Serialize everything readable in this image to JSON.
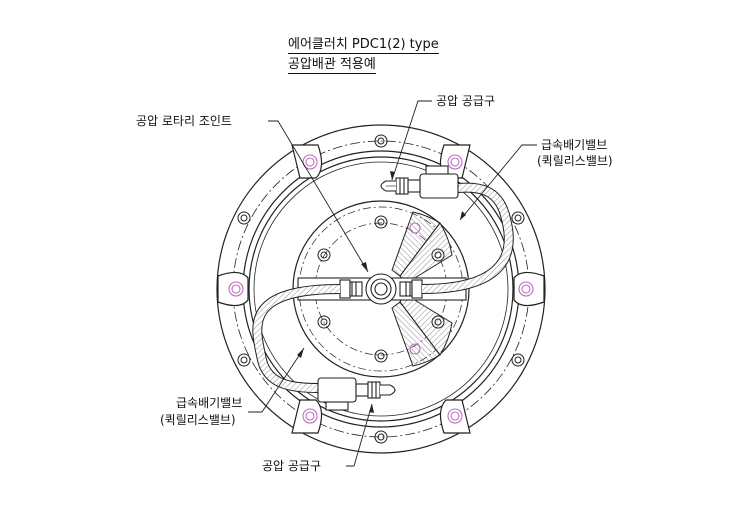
{
  "title": {
    "line1": "에어클러치 PDC1(2) type",
    "line2": "공압배관 적용예"
  },
  "labels": {
    "rotary_joint": "공압  로타리 조인트",
    "supply_top": "공압 공급구",
    "valve_top_1": "급속배기밸브",
    "valve_top_2": "(퀵릴리스밸브)",
    "valve_bottom_1": "급속배기밸브",
    "valve_bottom_2": "(퀵릴리스밸브)",
    "supply_bottom": "공압 공급구"
  },
  "colors": {
    "line": "#222222",
    "bolt_accent": "#c06cc0",
    "hose_fill": "#d8d8e0"
  }
}
